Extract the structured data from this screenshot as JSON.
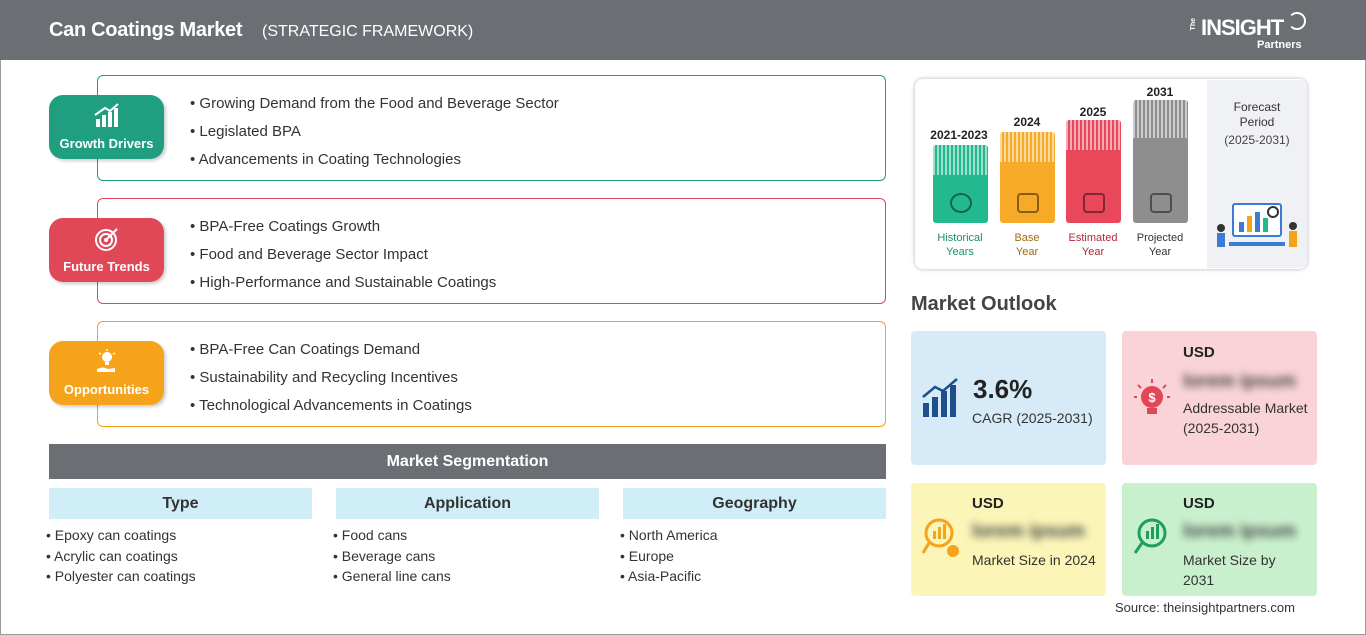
{
  "header": {
    "title": "Can Coatings Market",
    "subtitle": "(STRATEGIC FRAMEWORK)",
    "logo_prefix": "The",
    "logo_main": "INSIGHT",
    "logo_sub": "Partners"
  },
  "strategy": [
    {
      "label": "Growth Drivers",
      "color": "#1f9f7f",
      "icon": "growth-chart-icon",
      "items": [
        "Growing Demand from the Food and Beverage Sector",
        "Legislated BPA",
        "Advancements in Coating Technologies"
      ]
    },
    {
      "label": "Future Trends",
      "color": "#e04858",
      "icon": "target-icon",
      "items": [
        "BPA-Free Coatings Growth",
        "Food and Beverage Sector Impact",
        "High-Performance and Sustainable Coatings"
      ]
    },
    {
      "label": "Opportunities",
      "color": "#f5a31a",
      "icon": "lightbulb-hand-icon",
      "items": [
        "BPA-Free Can Coatings Demand",
        "Sustainability and Recycling Incentives",
        "Technological Advancements in Coatings"
      ]
    }
  ],
  "segmentation": {
    "title": "Market Segmentation",
    "columns": [
      {
        "head": "Type",
        "items": [
          "Epoxy can coatings",
          "Acrylic can coatings",
          "Polyester can coatings"
        ]
      },
      {
        "head": "Application",
        "items": [
          "Food cans",
          "Beverage cans",
          "General line cans"
        ]
      },
      {
        "head": "Geography",
        "items": [
          "North America",
          "Europe",
          "Asia-Pacific"
        ]
      }
    ]
  },
  "timeline": {
    "bars": [
      {
        "year": "2021-2023",
        "label1": "Historical",
        "label2": "Years",
        "color": "#22b98e",
        "year_color": "#1b8f6e",
        "icon": "history-clock-icon"
      },
      {
        "year": "2024",
        "label1": "Base",
        "label2": "Year",
        "color": "#f7a928",
        "year_color": "#a06a10",
        "icon": "calendar-icon"
      },
      {
        "year": "2025",
        "label1": "Estimated",
        "label2": "Year",
        "color": "#e9485a",
        "year_color": "#b3283a",
        "icon": "estimate-gears-icon"
      },
      {
        "year": "2031",
        "label1": "Projected",
        "label2": "Year",
        "color": "#8e8e8e",
        "year_color": "#333333",
        "icon": "presentation-icon"
      }
    ],
    "forecast_title": "Forecast Period",
    "forecast_period": "(2025-2031)"
  },
  "outlook": {
    "title": "Market Outlook",
    "cagr_value": "3.6%",
    "cagr_label": "CAGR (2025-2031)",
    "addressable": {
      "usd": "USD",
      "value": "lorem ipsum",
      "label": "Addressable Market (2025-2031)"
    },
    "size_2024": {
      "usd": "USD",
      "value": "lorem ipsum",
      "label": "Market Size in 2024"
    },
    "size_2031": {
      "usd": "USD",
      "value": "lorem ipsum",
      "label": "Market Size by 2031"
    },
    "colors": {
      "cagr": "#d6ebf7",
      "addressable": "#f9d3d8",
      "size_2024": "#fbf5b8",
      "size_2031": "#c9f0cd"
    }
  },
  "source": "Source: theinsightpartners.com"
}
